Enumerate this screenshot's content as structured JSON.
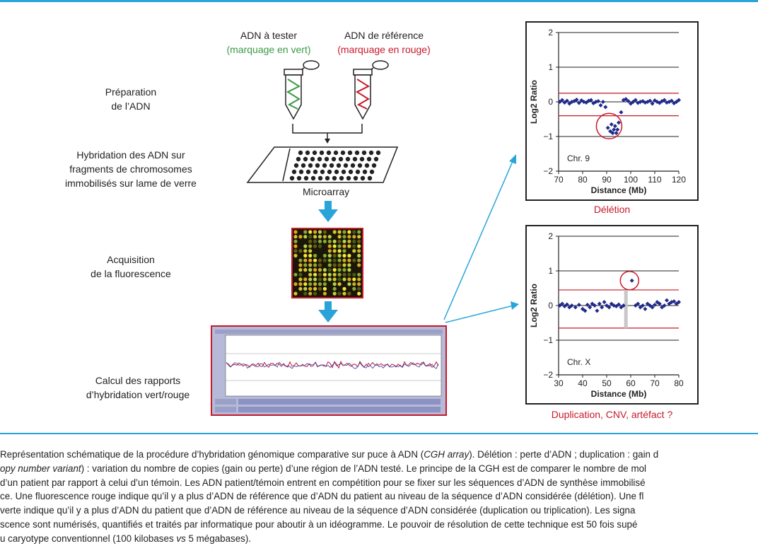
{
  "steps": {
    "prep": [
      "Préparation",
      "de l’ADN"
    ],
    "hyb": [
      "Hybridation des ADN sur",
      "fragments de chromosomes",
      "immobilisés sur lame de verre"
    ],
    "acq": [
      "Acquisition",
      "de la fluorescence"
    ],
    "calc": [
      "Calcul des rapports",
      "d’hybridation vert/rouge"
    ]
  },
  "tubes": {
    "test_title": "ADN à tester",
    "test_sub": "(marquage en vert)",
    "ref_title": "ADN de référence",
    "ref_sub": "(marquage en rouge)"
  },
  "microarray_label": "Microarray",
  "colors": {
    "accent_blue": "#2aa4d8",
    "green": "#3a9a44",
    "red": "#c8192a",
    "point": "#1f2a8a"
  },
  "chart_data": [
    {
      "type": "scatter",
      "annotation": "Chr. 9",
      "xlabel": "Distance (Mb)",
      "ylabel": "Log2 Ratio",
      "xlim": [
        70,
        120
      ],
      "ylim": [
        -2,
        2
      ],
      "xticks": [
        70,
        80,
        90,
        100,
        110,
        120
      ],
      "yticks": [
        2,
        1,
        0,
        -1,
        -2
      ],
      "thresholds": [
        0.25,
        -0.4
      ],
      "highlight_circle": {
        "x": 91,
        "y": -0.7
      },
      "result_label": "Délétion",
      "points": [
        [
          70.5,
          0.0
        ],
        [
          71.5,
          0.05
        ],
        [
          72.5,
          -0.02
        ],
        [
          73.5,
          0.03
        ],
        [
          74.5,
          -0.05
        ],
        [
          75.5,
          0.0
        ],
        [
          76.5,
          0.02
        ],
        [
          77.5,
          0.06
        ],
        [
          78.5,
          -0.03
        ],
        [
          79.5,
          0.04
        ],
        [
          80.5,
          0.0
        ],
        [
          81.5,
          -0.02
        ],
        [
          82.5,
          0.03
        ],
        [
          83.5,
          0.05
        ],
        [
          84.5,
          -0.04
        ],
        [
          85.5,
          0.0
        ],
        [
          86.5,
          0.02
        ],
        [
          87.5,
          -0.1
        ],
        [
          88.5,
          0.0
        ],
        [
          89.5,
          -0.15
        ],
        [
          90.5,
          -0.75
        ],
        [
          91.5,
          -0.85
        ],
        [
          92.0,
          -0.65
        ],
        [
          92.5,
          -0.9
        ],
        [
          93.0,
          -0.8
        ],
        [
          93.5,
          -0.7
        ],
        [
          94.0,
          -0.9
        ],
        [
          94.5,
          -0.8
        ],
        [
          95.0,
          -0.6
        ],
        [
          96.0,
          -0.3
        ],
        [
          97.0,
          0.05
        ],
        [
          98.0,
          0.08
        ],
        [
          99.0,
          0.02
        ],
        [
          100.0,
          -0.05
        ],
        [
          101.0,
          0.0
        ],
        [
          102.0,
          0.05
        ],
        [
          103.0,
          -0.03
        ],
        [
          104.0,
          0.0
        ],
        [
          105.0,
          0.02
        ],
        [
          106.0,
          -0.02
        ],
        [
          107.0,
          0.0
        ],
        [
          108.0,
          0.03
        ],
        [
          109.0,
          -0.05
        ],
        [
          110.0,
          0.04
        ],
        [
          111.0,
          0.0
        ],
        [
          112.0,
          -0.03
        ],
        [
          113.0,
          0.02
        ],
        [
          114.0,
          0.05
        ],
        [
          115.0,
          -0.02
        ],
        [
          116.0,
          0.0
        ],
        [
          117.0,
          0.03
        ],
        [
          118.0,
          -0.04
        ],
        [
          119.0,
          0.0
        ],
        [
          120.0,
          0.05
        ]
      ]
    },
    {
      "type": "scatter",
      "annotation": "Chr. X",
      "xlabel": "Distance (Mb)",
      "ylabel": "Log2 Ratio",
      "xlim": [
        30,
        80
      ],
      "ylim": [
        -2,
        2
      ],
      "xticks": [
        30,
        40,
        50,
        60,
        70,
        80
      ],
      "yticks": [
        2,
        1,
        0,
        -1,
        -2
      ],
      "thresholds": [
        0.45,
        -0.65
      ],
      "bar": {
        "x": 58,
        "y0": -0.65,
        "y1": 0.45
      },
      "highlight_circle": {
        "x": 59.5,
        "y": 0.72
      },
      "result_label": "Duplication, CNV, artéfact ?",
      "points": [
        [
          30.5,
          0.0
        ],
        [
          31.5,
          0.05
        ],
        [
          32.5,
          -0.02
        ],
        [
          33.5,
          0.03
        ],
        [
          34.5,
          -0.05
        ],
        [
          35.5,
          0.0
        ],
        [
          37.0,
          -0.05
        ],
        [
          38.5,
          0.02
        ],
        [
          40.0,
          -0.1
        ],
        [
          41.0,
          -0.15
        ],
        [
          42.0,
          0.02
        ],
        [
          43.0,
          -0.05
        ],
        [
          44.0,
          0.05
        ],
        [
          45.0,
          0.0
        ],
        [
          46.0,
          -0.15
        ],
        [
          47.0,
          0.05
        ],
        [
          48.0,
          -0.05
        ],
        [
          49.0,
          0.1
        ],
        [
          50.0,
          0.0
        ],
        [
          51.0,
          -0.05
        ],
        [
          52.0,
          0.05
        ],
        [
          53.0,
          0.0
        ],
        [
          54.0,
          -0.02
        ],
        [
          55.0,
          0.03
        ],
        [
          56.0,
          -0.05
        ],
        [
          57.0,
          0.0
        ],
        [
          60.5,
          0.72
        ],
        [
          62.0,
          0.0
        ],
        [
          63.0,
          0.05
        ],
        [
          64.0,
          -0.05
        ],
        [
          65.0,
          0.0
        ],
        [
          66.0,
          -0.1
        ],
        [
          67.0,
          0.05
        ],
        [
          68.0,
          0.0
        ],
        [
          69.0,
          -0.05
        ],
        [
          70.0,
          0.02
        ],
        [
          71.0,
          0.1
        ],
        [
          72.0,
          0.05
        ],
        [
          73.0,
          -0.05
        ],
        [
          74.0,
          0.0
        ],
        [
          75.0,
          0.15
        ],
        [
          76.0,
          0.05
        ],
        [
          77.0,
          0.1
        ],
        [
          78.0,
          0.12
        ],
        [
          79.0,
          0.05
        ],
        [
          80.0,
          0.1
        ]
      ]
    }
  ],
  "caption": {
    "l1a": " Représentation schématique de la procédure d’hybridation génomique comparative sur puce à ADN (",
    "l1b": "CGH array",
    "l1c": "). Délétion : perte d’ADN ; duplication : gain d",
    "l2a": "opy number variant",
    "l2b": ") : variation du nombre de copies (gain ou perte) d’une région de l’ADN testé. Le principe de la CGH est de comparer le nombre de mol",
    "l3": "d’un patient par rapport à celui d’un témoin. Les ADN patient/témoin entrent en compétition pour se fixer sur les séquences d’ADN de synthèse immobilisé",
    "l4": "ce. Une fluorescence rouge indique qu’il y a plus d’ADN de référence que d’ADN du patient au niveau de la séquence d’ADN considérée (délétion). Une fl",
    "l5": "verte indique qu’il y a plus d’ADN du patient que d’ADN de référence au niveau de la séquence d’ADN considérée (duplication ou triplication). Les signa",
    "l6": "scence sont numérisés, quantifiés et traités par informatique pour aboutir à un idéogramme. Le pouvoir de résolution de cette technique est 50 fois supé",
    "l7a": "u caryotype conventionnel (100 kilobases ",
    "l7b": "vs",
    "l7c": " 5 mégabases)."
  }
}
